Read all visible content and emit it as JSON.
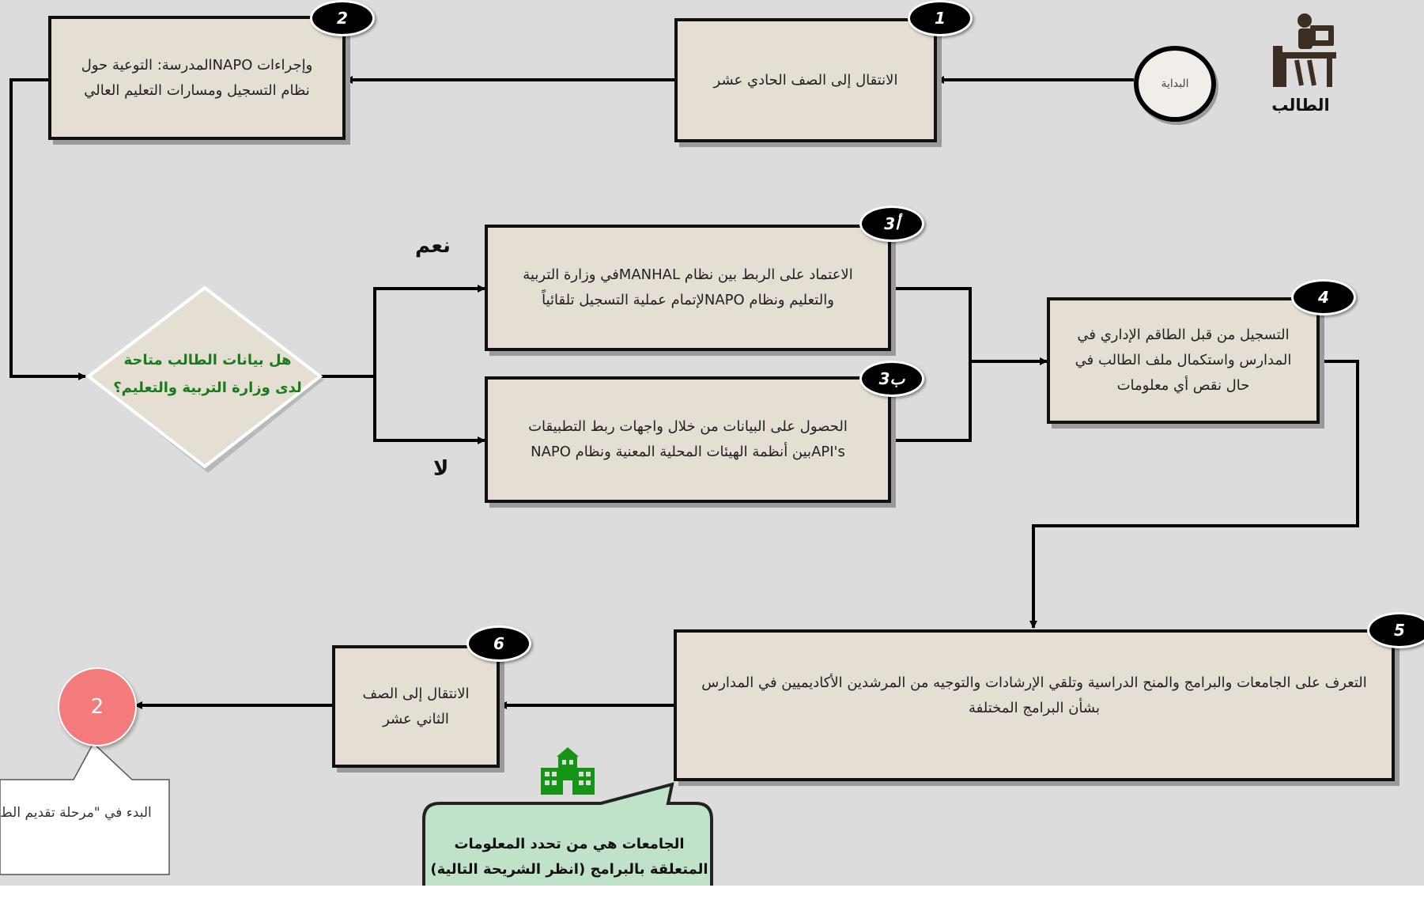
{
  "actor": {
    "label": "الطالب",
    "icon": "student-desk-icon"
  },
  "start": {
    "label": "البداية"
  },
  "steps": [
    {
      "badge": "1",
      "text": "الانتقال إلى الصف الحادي عشر"
    },
    {
      "badge": "2",
      "text": "وإجراءات NAPOالمدرسة: التوعية حول نظام التسجيل ومسارات التعليم العالي"
    },
    {
      "badge": "3أ",
      "text": "الاعتماد على الربط بين نظام MANHALفي وزارة التربية والتعليم ونظام NAPOلإتمام عملية التسجيل تلقائياً"
    },
    {
      "badge": "3ب",
      "text": "الحصول على البيانات من خلال واجهات ربط التطبيقات API'sبين أنظمة الهيئات المحلية المعنية ونظام NAPO"
    },
    {
      "badge": "4",
      "text": "التسجيل من قبل الطاقم الإداري في المدارس واستكمال ملف الطالب في حال نقص أي معلومات"
    },
    {
      "badge": "5",
      "text": "التعرف على الجامعات والبرامج والمنح الدراسية وتلقي الإرشادات والتوجيه من المرشدين الأكاديميين في المدارس بشأن البرامج المختلفة"
    },
    {
      "badge": "6",
      "text": "الانتقال إلى الصف الثاني عشر"
    }
  ],
  "decision": {
    "question": "هل بيانات الطالب متاحة لدى وزارة التربية والتعليم؟",
    "yes": "نعم",
    "no": "لا"
  },
  "next_page": {
    "number": "2",
    "callout": "البدء في \"مرحلة تقديم الط"
  },
  "note": {
    "icon": "university-building-icon",
    "text": "الجامعات هي من تحدد المعلومات المتعلقة بالبرامج (انظر الشريحة التالية)"
  },
  "colors": {
    "box_fill": "#e4ded3",
    "decision_text": "#1b7a1b",
    "page_ref": "#f47b7b",
    "note_fill": "#bfe2c8",
    "actor": "#3d2e22"
  }
}
